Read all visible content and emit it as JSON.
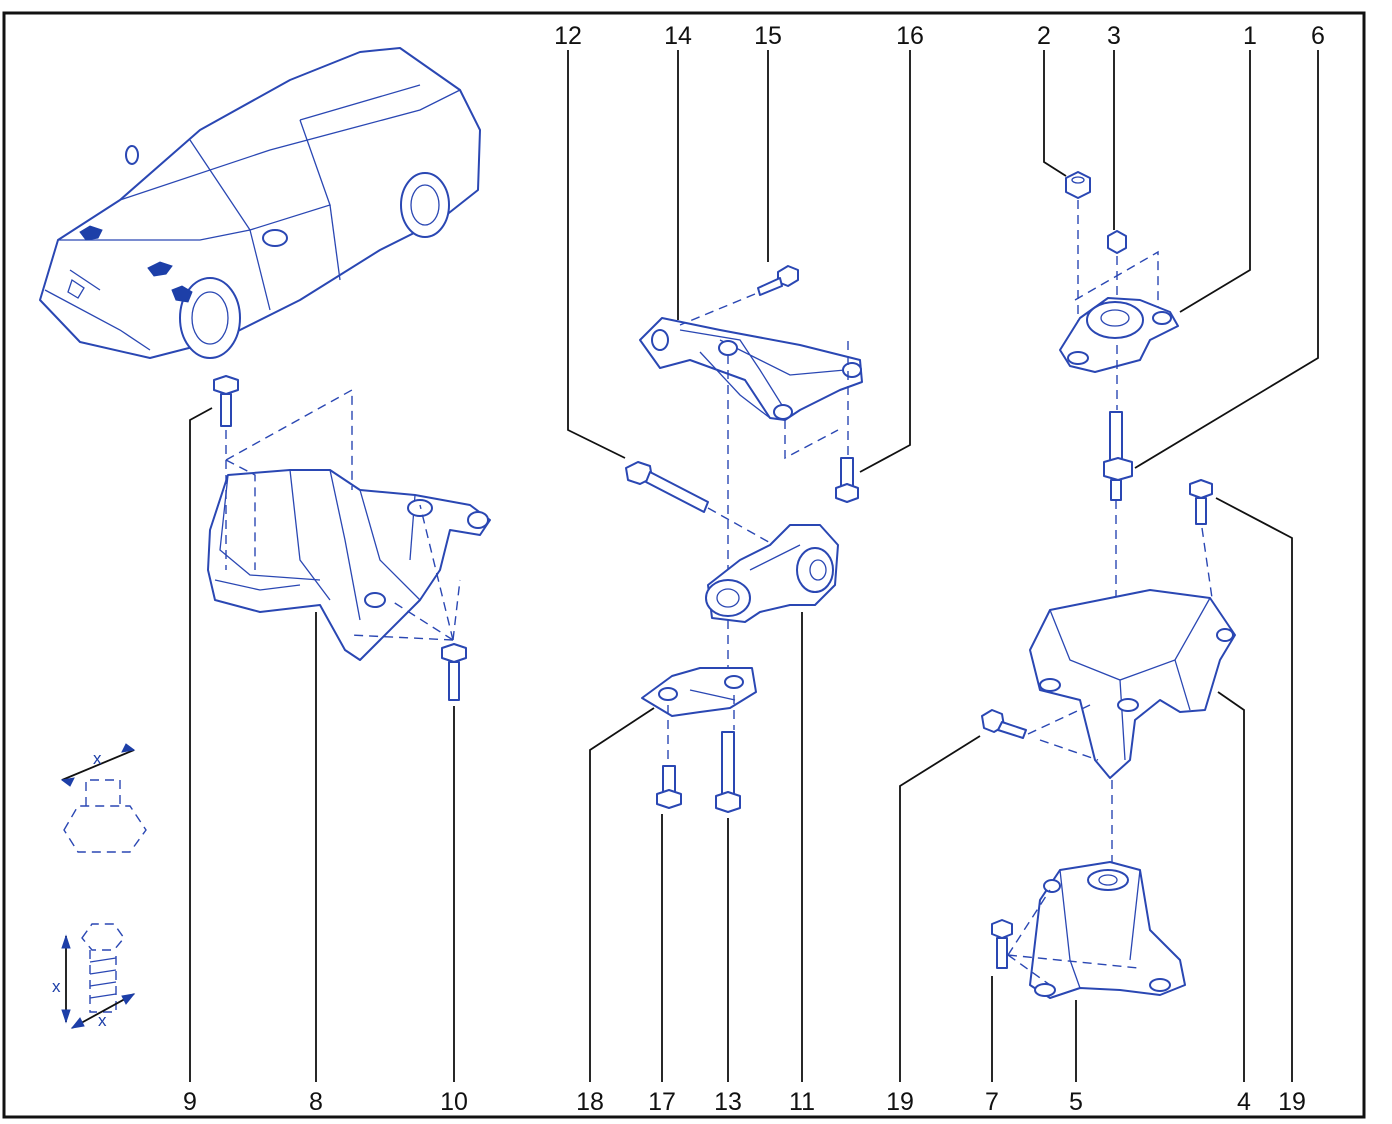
{
  "diagram": {
    "colors": {
      "line": "#2a47b3",
      "frame": "#111111",
      "background": "#ffffff"
    },
    "labels": {
      "top": [
        "12",
        "14",
        "15",
        "16",
        "2",
        "3",
        "1",
        "6"
      ],
      "bottom": [
        "9",
        "8",
        "10",
        "18",
        "17",
        "13",
        "11",
        "19",
        "7",
        "5",
        "4",
        "19"
      ]
    },
    "legend": {
      "nut_symbol": "x",
      "bolt_symbol_length": "x",
      "bolt_symbol_diameter": "x"
    }
  }
}
